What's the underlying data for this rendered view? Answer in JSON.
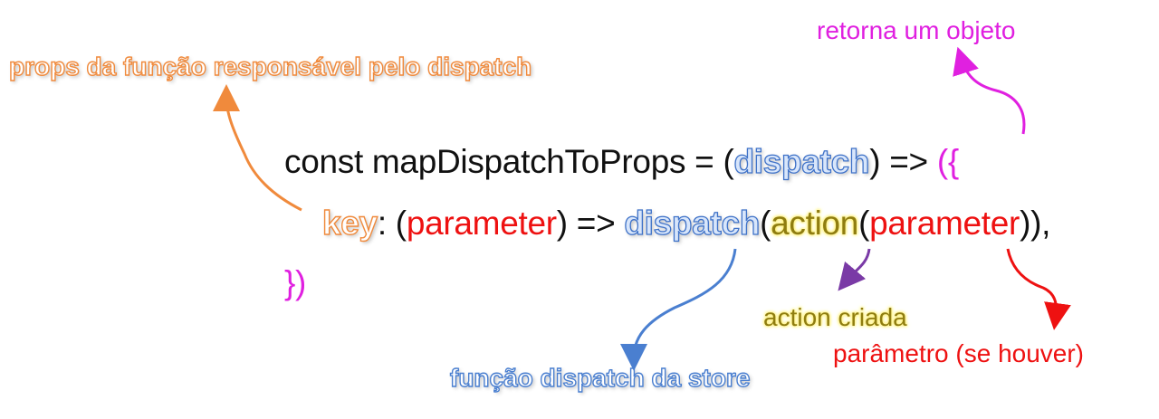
{
  "labels": {
    "returns_object": "retorna um objeto",
    "props_of_function": "props da função responsável pelo dispatch",
    "action_created": "action criada",
    "parameter_if_any": "parâmetro (se houver)",
    "store_dispatch_function": "função dispatch da store"
  },
  "code": {
    "line1": {
      "text_a": "const mapDispatchToProps = (",
      "dispatch": "dispatch",
      "text_b": ") => ",
      "open_brace": "({"
    },
    "line2": {
      "key": "key",
      "colon": ": (",
      "parameter": "parameter",
      "arrow": ") => ",
      "dispatch": "dispatch",
      "paren_open": "(",
      "action": "action",
      "paren_open2": "(",
      "parameter2": "parameter",
      "closing": ")),"
    },
    "line3": {
      "close": "})"
    }
  },
  "colors": {
    "orange": "#f08a3c",
    "blue": "#4a7fd0",
    "red": "#ee1111",
    "magenta": "#e020e0",
    "purple": "#7a3aa6",
    "olive": "#8f7d10"
  }
}
